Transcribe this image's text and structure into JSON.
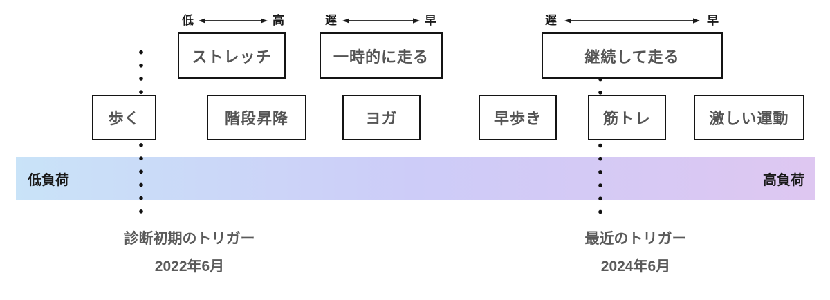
{
  "diagram": {
    "description": "exercise load spectrum with triggers",
    "colors": {
      "bar_gradient_start": "#c9e3f8",
      "bar_gradient_mid": "#cdccf8",
      "bar_gradient_end": "#dec7f1",
      "box_border": "#141414",
      "box_text": "#545454",
      "caption_text": "#5a5a5a",
      "dot_color": "#111111"
    }
  },
  "scales": [
    {
      "left_label": "低",
      "right_label": "高"
    },
    {
      "left_label": "遅",
      "right_label": "早"
    },
    {
      "left_label": "遅",
      "right_label": "早"
    }
  ],
  "boxes": {
    "stretch": "ストレッチ",
    "temporary_run": "一時的に走る",
    "continuous_run": "継続して走る",
    "walk": "歩く",
    "stairs": "階段昇降",
    "yoga": "ヨガ",
    "brisk_walk": "早歩き",
    "strength_training": "筋トレ",
    "intense_exercise": "激しい運動"
  },
  "load_bar": {
    "low_label": "低負荷",
    "high_label": "高負荷"
  },
  "triggers": {
    "initial": {
      "title": "診断初期のトリガー",
      "date": "2022年6月"
    },
    "recent": {
      "title": "最近のトリガー",
      "date": "2024年6月"
    }
  }
}
